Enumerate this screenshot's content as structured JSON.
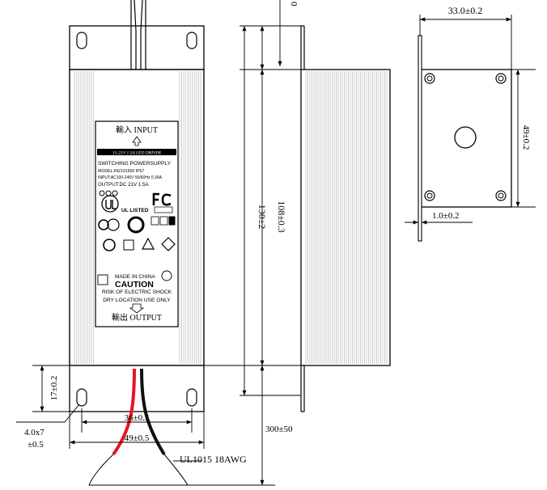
{
  "front_view": {
    "label": {
      "input_title": "輸入 INPUT",
      "driver_banner": "15-21V 1.5A LED DRIVER",
      "line_type": "SWITCHING POWERSUPPLY",
      "line_model": "MODEL:IN2101500    IP67",
      "line_input": "INPUT:AC100-240V 50/60Hz 0.36A",
      "line_output": "OUTPUT:DC 21V 1.5A",
      "listed": "UL LISTED",
      "made_in": "MADE IN CHINA",
      "caution": "CAUTION",
      "warning1": "RISK OF ELECTRIC SHOCK",
      "warning2": "DRY LOCATION USE ONLY",
      "output_title": "輸出 OUTPUT"
    },
    "dim_mount_width": "36±0.5",
    "dim_body_width": "49±0.5",
    "dim_slot": "4.0x7",
    "dim_slot_tol": "±0.5",
    "dim_flange_height": "17±0.2",
    "dim_cable_length": "300±50",
    "cable_label": "UL1015 18AWG"
  },
  "side_view": {
    "dim_top_flange": "0",
    "dim_total_height": "130±2",
    "dim_body_height": "108±0.3"
  },
  "end_view": {
    "dim_width": "33.0±0.2",
    "dim_height": "49±0.2",
    "dim_thickness": "1.0±0.2"
  },
  "colors": {
    "line": "#000000",
    "fin": "#c8c8c8",
    "red_wire": "#e8141e",
    "black_wire": "#101010"
  }
}
